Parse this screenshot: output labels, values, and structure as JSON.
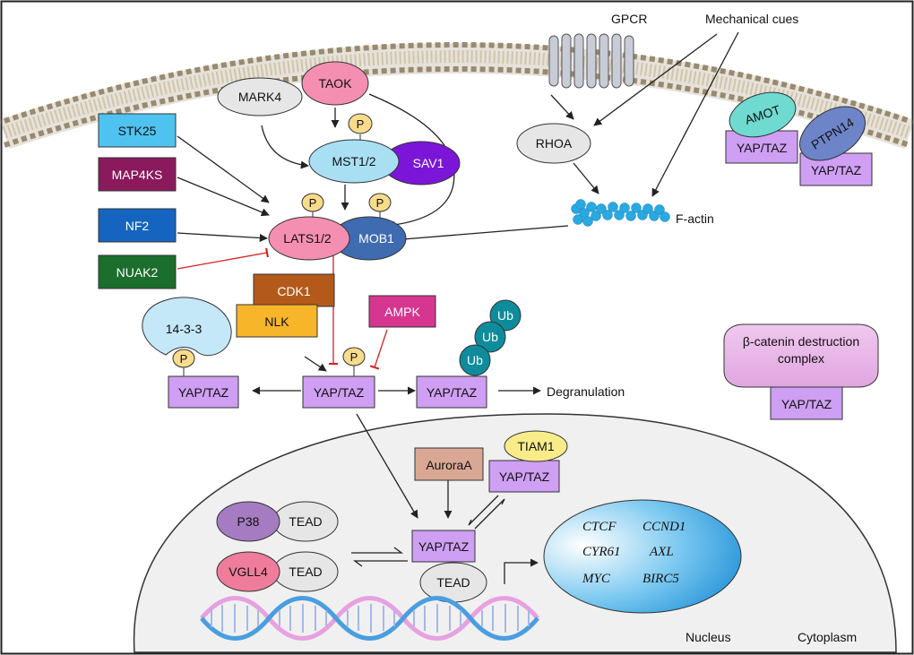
{
  "labels": {
    "gpcr": "GPCR",
    "mechanical_cues": "Mechanical cues",
    "mark4": "MARK4",
    "taok": "TAOK",
    "stk25": "STK25",
    "map4ks": "MAP4KS",
    "nf2": "NF2",
    "nuak2": "NUAK2",
    "mst12": "MST1/2",
    "sav1": "SAV1",
    "lats12": "LATS1/2",
    "mob1": "MOB1",
    "rhoa": "RHOA",
    "factin": "F-actin",
    "amot": "AMOT",
    "ptpn14": "PTPN14",
    "yaptaz": "YAP/TAZ",
    "p": "P",
    "cdk1": "CDK1",
    "nlk": "NLK",
    "ampk": "AMPK",
    "prot1433": "14-3-3",
    "ub": "Ub",
    "degranulation": "Degranulation",
    "bcatenin": "β-catenin destruction complex",
    "aurora": "AuroraA",
    "tiam1": "TIAM1",
    "p38": "P38",
    "tead": "TEAD",
    "vgll4": "VGLL4",
    "nucleus": "Nucleus",
    "cytoplasm": "Cytoplasm"
  },
  "target_genes": [
    "CTCF",
    "CCND1",
    "CYR61",
    "AXL",
    "MYC",
    "BIRC5"
  ],
  "colors": {
    "stk25": "#4fc3f0",
    "map4ks": "#8b1a5c",
    "nf2": "#1565c0",
    "nuak2": "#1b6e2c",
    "mst12": "#a8dff3",
    "sav1": "#7b16d8",
    "lats12": "#f48fb1",
    "mob1": "#3f6cb0",
    "yaptaz": "#ce9ff2",
    "phospho": "#f8dc8c",
    "cdk1": "#b35a1b",
    "nlk": "#f7b52a",
    "ampk": "#d6368f",
    "ub": "#0e8c9c",
    "aurora": "#d8a894",
    "tiam1": "#f8ec8a",
    "p38": "#a57bc2",
    "vgll4": "#f07c9b",
    "amot": "#6fdad0",
    "ptpn14": "#6d84c8",
    "factin": "#29a9e1",
    "inhibition": "#d62020"
  }
}
